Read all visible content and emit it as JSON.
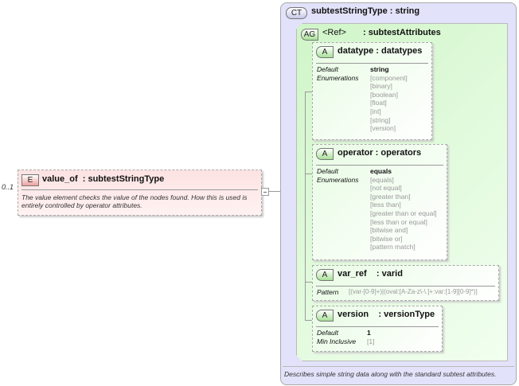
{
  "element": {
    "multiplicity": "0..1",
    "badge": "E",
    "title": "value_of  : subtestStringType",
    "description": "The value element checks the value of the nodes found.  How this is used is entirely controlled by operator attributes."
  },
  "complex_type": {
    "badge": "CT",
    "title": "subtestStringType : string",
    "description": "Describes simple string data along with the standard subtest attributes."
  },
  "attribute_group": {
    "badge": "AG",
    "ref": "<Ref>",
    "title": ": subtestAttributes"
  },
  "attributes": [
    {
      "badge": "A",
      "title": "datatype : datatypes",
      "labels": [
        "Default",
        "Enumerations"
      ],
      "default": "string",
      "values": [
        "[component]",
        "[binary]",
        "[boolean]",
        "[float]",
        "[int]",
        "[string]",
        "[version]"
      ]
    },
    {
      "badge": "A",
      "title": "operator : operators",
      "labels": [
        "Default",
        "Enumerations"
      ],
      "default": "equals",
      "values": [
        "[equals]",
        "[not equal]",
        "[greater than]",
        "[less than]",
        "[greater than or equal]",
        "[less than or equal]",
        "[bitwise and]",
        "[bitwise or]",
        "[pattern match]"
      ]
    },
    {
      "badge": "A",
      "title": "var_ref    : varid",
      "labels": [
        "Pattern"
      ],
      "values": [
        "[(var-[0-9]+)|(oval:[A-Za-z\\-\\.]+:var:[1-9][0-9]*)]"
      ]
    },
    {
      "badge": "A",
      "title": "version    : versionType",
      "labels": [
        "Default",
        "Min Inclusive"
      ],
      "default": "1",
      "values": [
        "[1]"
      ]
    }
  ]
}
